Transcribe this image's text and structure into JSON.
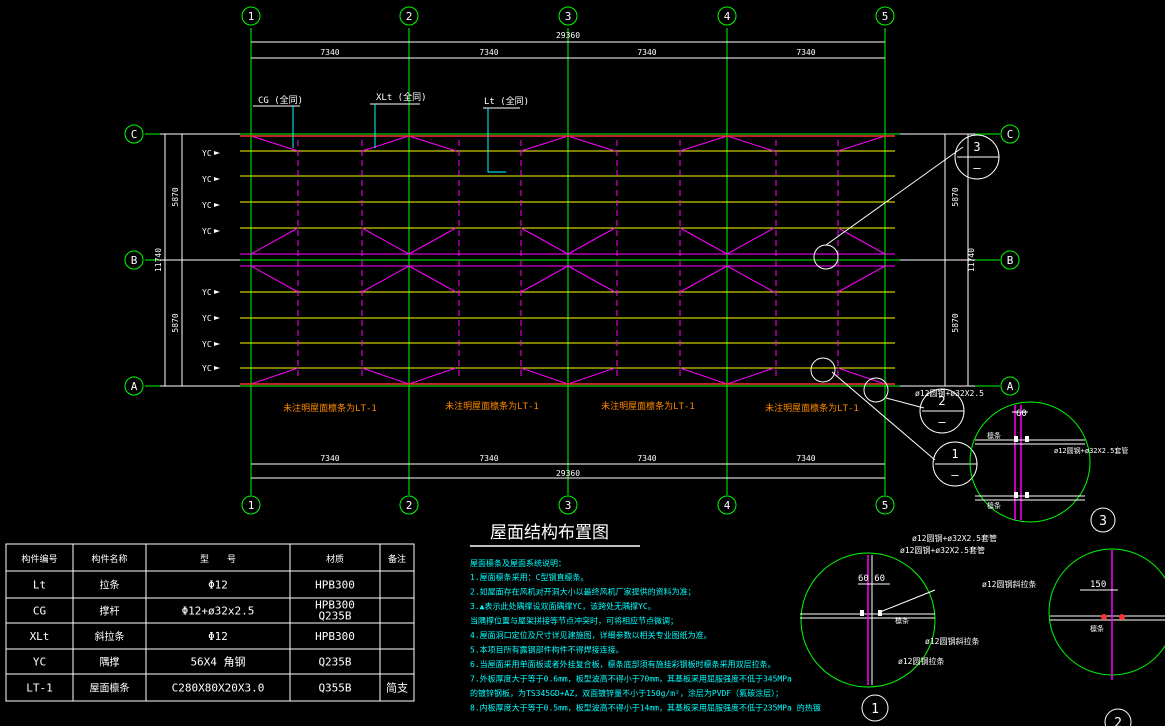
{
  "grid": {
    "columns": [
      "1",
      "2",
      "3",
      "4",
      "5"
    ],
    "rows": [
      "C",
      "B",
      "A"
    ]
  },
  "dims": {
    "bay": "7340",
    "total": "29360",
    "half_span": "5870",
    "full_span": "11740"
  },
  "callouts": {
    "cg": "CG (全同)",
    "xlt": "XLt (全同)",
    "lt": "Lt (全同)"
  },
  "yc_label": "YC",
  "purlin_note": "未注明屋面檩条为LT-1",
  "drawing_title": "屋面结构布置图",
  "detail_markers": {
    "d1": "1",
    "d2": "2",
    "d3": "3",
    "dash": "—"
  },
  "detail_notes": {
    "top_rod": "ø12圆钢+ø32X2.5",
    "rod_sleeve": "ø12圆钢+ø32X2.5套管",
    "rod_sleeve2": "ø12圆钢+ø32X2.5套管",
    "rod_sleeve3": "ø12圆钢+ø32X2.5套管",
    "slant_rod": "ø12圆钢斜拉条",
    "rod_tie": "ø12圆钢拉条",
    "slant_rod2": "ø12圆钢斜拉条",
    "purlin": "檩条",
    "dim_60": "60",
    "dim_6060": "60 60",
    "dim_150": "150"
  },
  "table": {
    "headers": [
      "构件编号",
      "构件名称",
      "型　　号",
      "材质",
      "备注"
    ],
    "rows": [
      [
        "Lt",
        "拉条",
        "Φ12",
        "HPB300",
        ""
      ],
      [
        "CG",
        "撑杆",
        "Φ12+ø32x2.5",
        "HPB300 Q235B",
        ""
      ],
      [
        "XLt",
        "斜拉条",
        "Φ12",
        "HPB300",
        ""
      ],
      [
        "YC",
        "隅撑",
        "56X4 角钢",
        "Q235B",
        ""
      ],
      [
        "LT-1",
        "屋面檩条",
        "C280X80X20X3.0",
        "Q355B",
        "简支"
      ]
    ]
  },
  "notes": {
    "heading": "屋面檩条及屋面系统说明：",
    "lines": [
      "1.屋面檩条采用：C型钢直檩条。",
      "2.如屋面存在风机对开洞大小以最终风机厂家提供的资料为准；",
      "3.▲表示此处隅撑设双面隅撑YC，该跨处无隅撑YC。",
      "当隅撑位置与屋架拼接等节点冲突时，可将相应节点微调；",
      "4.屋面洞口定位及尺寸详见建施图，详细参数以相关专业图纸为准。",
      "5.本项目所有露钢部件构件不得焊接连接。",
      "6.当屋面采用单面板或者外挂复合板，檩条底部须有施挂彩钢板时檩条采用双层拉条。",
      "7.外板厚度大于等于0.6mm，板型波高不得小于70mm，其基板采用屈服强度不低于345MPa",
      "的镀锌钢板，为TS345GD+AZ，双面镀锌量不小于150g/m²，涂层为PVDF（氟碳涂层）；",
      "8.内板厚度大于等于0.5mm，板型波高不得小于14mm，其基板采用屈服强度不低于235MPa 的热镀"
    ]
  }
}
